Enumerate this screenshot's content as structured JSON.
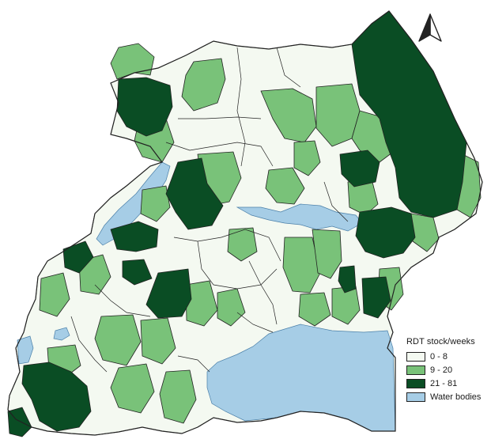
{
  "legend": {
    "title": "RDT stock/weeks",
    "items": [
      {
        "label": "0 - 8",
        "color": "#f4f9f1"
      },
      {
        "label": "9 - 20",
        "color": "#79c279"
      },
      {
        "label": "21 - 81",
        "color": "#0a4d24"
      },
      {
        "label": "Water bodies",
        "color": "#a6cde6"
      }
    ]
  },
  "north_arrow": "north-arrow-icon",
  "map_colors": {
    "low": "#f4f9f1",
    "mid": "#79c279",
    "high": "#0a4d24",
    "water": "#a6cde6",
    "border": "#222222"
  }
}
